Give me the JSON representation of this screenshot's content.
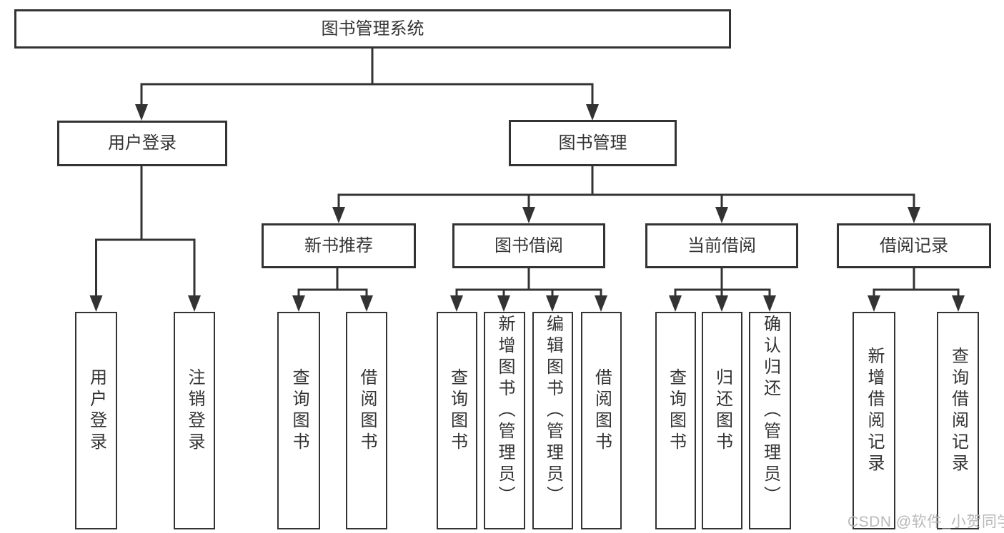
{
  "colors": {
    "background": "#ffffff",
    "line": "#333333",
    "box_border": "#333333",
    "box_fill": "#ffffff",
    "text": "#333333",
    "watermark": "#b9b9b9"
  },
  "diagram": {
    "root": {
      "label": "图书管理系统"
    },
    "branches": [
      {
        "label": "用户登录",
        "leaves": [
          {
            "label": "用户登录"
          },
          {
            "label": "注销登录"
          }
        ]
      },
      {
        "label": "图书管理",
        "groups": [
          {
            "label": "新书推荐",
            "leaves": [
              {
                "label": "查询图书"
              },
              {
                "label": "借阅图书"
              }
            ]
          },
          {
            "label": "图书借阅",
            "leaves": [
              {
                "label": "查询图书"
              },
              {
                "label": "新增图书（管理员）"
              },
              {
                "label": "编辑图书（管理员）"
              },
              {
                "label": "借阅图书"
              }
            ]
          },
          {
            "label": "当前借阅",
            "leaves": [
              {
                "label": "查询图书"
              },
              {
                "label": "归还图书"
              },
              {
                "label": "确认归还（管理员）"
              }
            ]
          },
          {
            "label": "借阅记录",
            "leaves": [
              {
                "label": "新增借阅记录"
              },
              {
                "label": "查询借阅记录"
              }
            ]
          }
        ]
      }
    ]
  },
  "watermark": {
    "text": "CSDN @软件_小贺同学"
  }
}
